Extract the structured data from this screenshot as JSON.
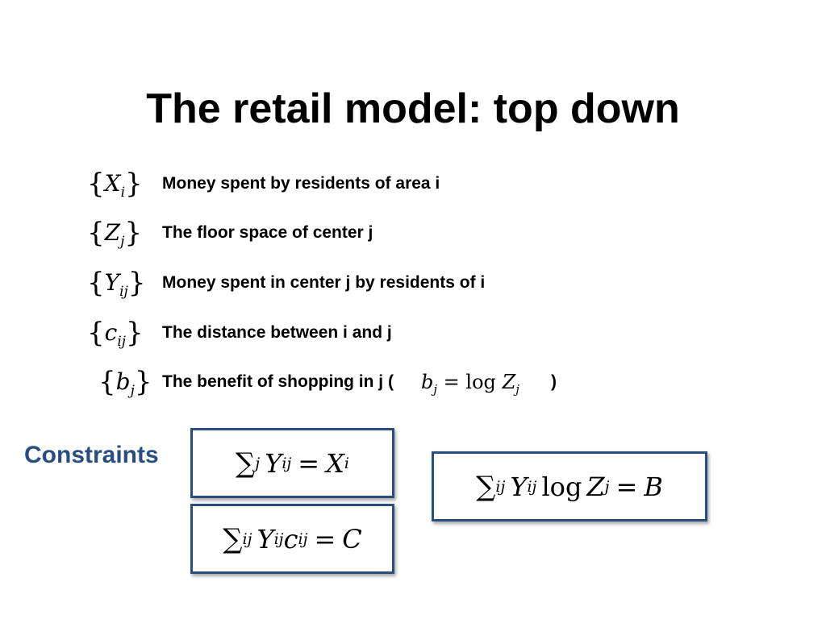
{
  "slide": {
    "title": "The retail model: top down"
  },
  "definitions": [
    {
      "symbol": "X",
      "subscript": "i",
      "text": "Money spent by residents of area i"
    },
    {
      "symbol": "Z",
      "subscript": "j",
      "text": "The floor space of center j"
    },
    {
      "symbol": "Y",
      "subscript": "ij",
      "text": "Money spent in center j by residents of i"
    },
    {
      "symbol": "c",
      "subscript": "ij",
      "text": "The distance between i and j"
    },
    {
      "symbol": "b",
      "subscript": "j",
      "text": "The benefit of shopping in j (",
      "inline_math": {
        "lhs_var": "b",
        "lhs_sub": "j",
        "eq": "=",
        "fn": "log",
        "rhs_var": "Z",
        "rhs_sub": "j"
      },
      "closing": ")"
    }
  ],
  "constraints": {
    "label": "Constraints",
    "equations": [
      {
        "sigma": "∑",
        "sum_sub": "j",
        "var": "Y",
        "var_sub": "ij",
        "eq": "=",
        "rhs_var": "X",
        "rhs_sub": "i"
      },
      {
        "sigma": "∑",
        "sum_sub": "ij",
        "var": "Y",
        "var_sub": "ij",
        "var2": "c",
        "var2_sub": "ij",
        "eq": "=",
        "rhs_var": "C"
      },
      {
        "sigma": "∑",
        "sum_sub": "ij",
        "var": "Y",
        "var_sub": "ij",
        "fn": "log",
        "var2": "Z",
        "var2_sub": "j",
        "eq": "=",
        "rhs_var": "B"
      }
    ]
  }
}
